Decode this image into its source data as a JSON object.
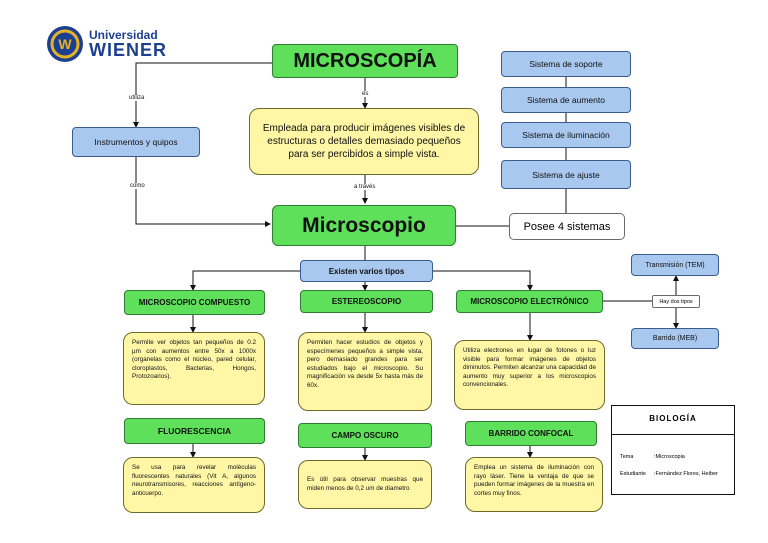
{
  "logo": {
    "line1": "Universidad",
    "line2": "WIENER"
  },
  "title": "MICROSCOPÍA",
  "instruments": "Instrumentos y quipos",
  "definition": "Empleada para producir imágenes visibles de estructuras o detalles demasiado pequeños para ser percibidos a simple vista.",
  "microscope": "Microscopio",
  "systems_label": "Posee 4 sistemas",
  "systems": [
    "Sistema de soporte",
    "Sistema de aumento",
    "Sistema de iluminación",
    "Sistema de ajuste"
  ],
  "connectors": {
    "utiliza": "utiliza",
    "es": "es",
    "como": "como",
    "a_traves": "a través"
  },
  "types_header": "Existen varios tipos",
  "types": {
    "compuesto": {
      "title": "MICROSCOPIO COMPUESTO",
      "desc": "Permite ver objetos tan pequeños de 0.2 µm con aumentos entre 50x a 1000x (organelas como el núcleo, pared celular, cloroplastos, Bacterias, Hongos, Protozoarios)."
    },
    "estereo": {
      "title": "ESTEREOSCOPIO",
      "desc": "Permiten hacer estudios de objetos y especímenes pequeños a simple vista, pero demasiado grandes para ser estudiados bajo el microscopio. Su magnificación va desde 5x hasta más de 60x."
    },
    "electronico": {
      "title": "MICROSCOPIO ELECTRÓNICO",
      "desc": "Utiliza electrones en lugar de fotones o luz visible para formar imágenes de objetos diminutos. Permiten alcanzar una capacidad de aumento muy superior a los microscopios convencionales."
    },
    "fluorescencia": {
      "title": "FLUORESCENCIA",
      "desc": "Se usa para revelar moléculas fluorescentes naturales (Vit A, algunos neurotransmisores, reacciones antígeno-anticuerpo."
    },
    "campo": {
      "title": "CAMPO OSCURO",
      "desc": "Es útil para observar muestras que miden menos de 0,2 um de diametro"
    },
    "confocal": {
      "title": "BARRIDO CONFOCAL",
      "desc": "Emplea un sistema de iluminación con rayo láser. Tiene la ventaja de que se pueden formar imágenes de la muestra en cortes muy finos."
    }
  },
  "electron_types": {
    "hay": "Hay dos tipos",
    "tem": "Transmisión (TEM)",
    "meb": "Barrido (MEB)"
  },
  "info": {
    "heading": "BIOLOGÍA",
    "tema_label": "Tema",
    "tema_value": ":Microscopia",
    "estudiante_label": "Estudiante",
    "estudiante_value": ":Fernández Flores, Heiber"
  },
  "colors": {
    "green": "#5ee05a",
    "blue": "#a9c8ef",
    "yellow": "#fff7a6",
    "logo_blue": "#1d3f8f",
    "logo_gold": "#e3b229"
  }
}
